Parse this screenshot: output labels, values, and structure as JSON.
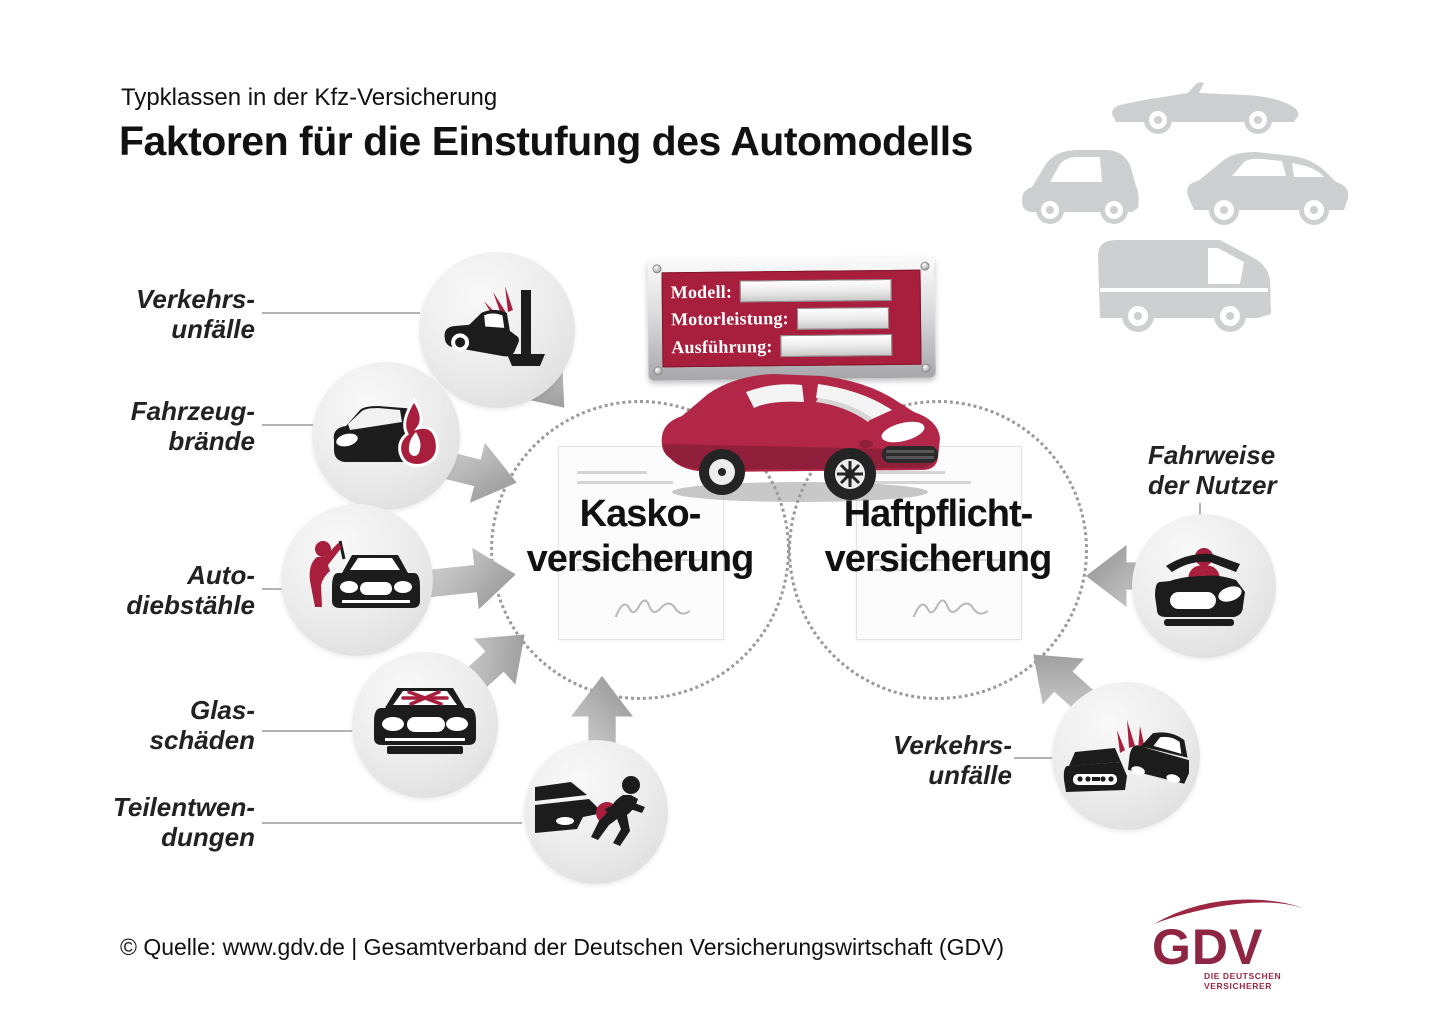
{
  "header": {
    "kicker": "Typklassen in der Kfz-Versicherung",
    "title": "Faktoren für die Einstufung des Automodells"
  },
  "vehicle_silhouettes": [
    "convertible-silhouette",
    "compact-car-silhouette",
    "suv-silhouette",
    "van-silhouette"
  ],
  "sign": {
    "fields": [
      {
        "label": "Modell:"
      },
      {
        "label": "Motorleistung:"
      },
      {
        "label": "Ausführung:"
      }
    ]
  },
  "insurances": {
    "kasko": {
      "line1": "Kasko-",
      "line2": "versicherung"
    },
    "haftpflicht": {
      "line1": "Haftpflicht-",
      "line2": "versicherung"
    }
  },
  "factors_left": [
    {
      "line1": "Verkehrs-",
      "line2": "unfälle",
      "icon": "car-crash-pole-icon"
    },
    {
      "line1": "Fahrzeug-",
      "line2": "brände",
      "icon": "car-fire-icon"
    },
    {
      "line1": "Auto-",
      "line2": "diebstähle",
      "icon": "car-theft-icon"
    },
    {
      "line1": "Glas-",
      "line2": "schäden",
      "icon": "windshield-damage-icon"
    },
    {
      "line1": "Teilentwen-",
      "line2": "dungen",
      "icon": "part-theft-icon"
    }
  ],
  "factors_right": [
    {
      "line1": "Fahrweise",
      "line2": "der Nutzer",
      "icon": "driver-icon"
    },
    {
      "line1": "Verkehrs-",
      "line2": "unfälle",
      "icon": "two-car-crash-icon"
    }
  ],
  "footer": {
    "source": "© Quelle: www.gdv.de | Gesamtverband der Deutschen Versicherungswirtschaft (GDV)"
  },
  "logo": {
    "text": "GDV",
    "tagline": "DIE DEUTSCHEN VERSICHERER"
  },
  "colors": {
    "accent_red": "#a81f3d",
    "car_red": "#b22747",
    "icon_black": "#1c1c1c",
    "silhouette_gray": "#cdcfd1"
  }
}
